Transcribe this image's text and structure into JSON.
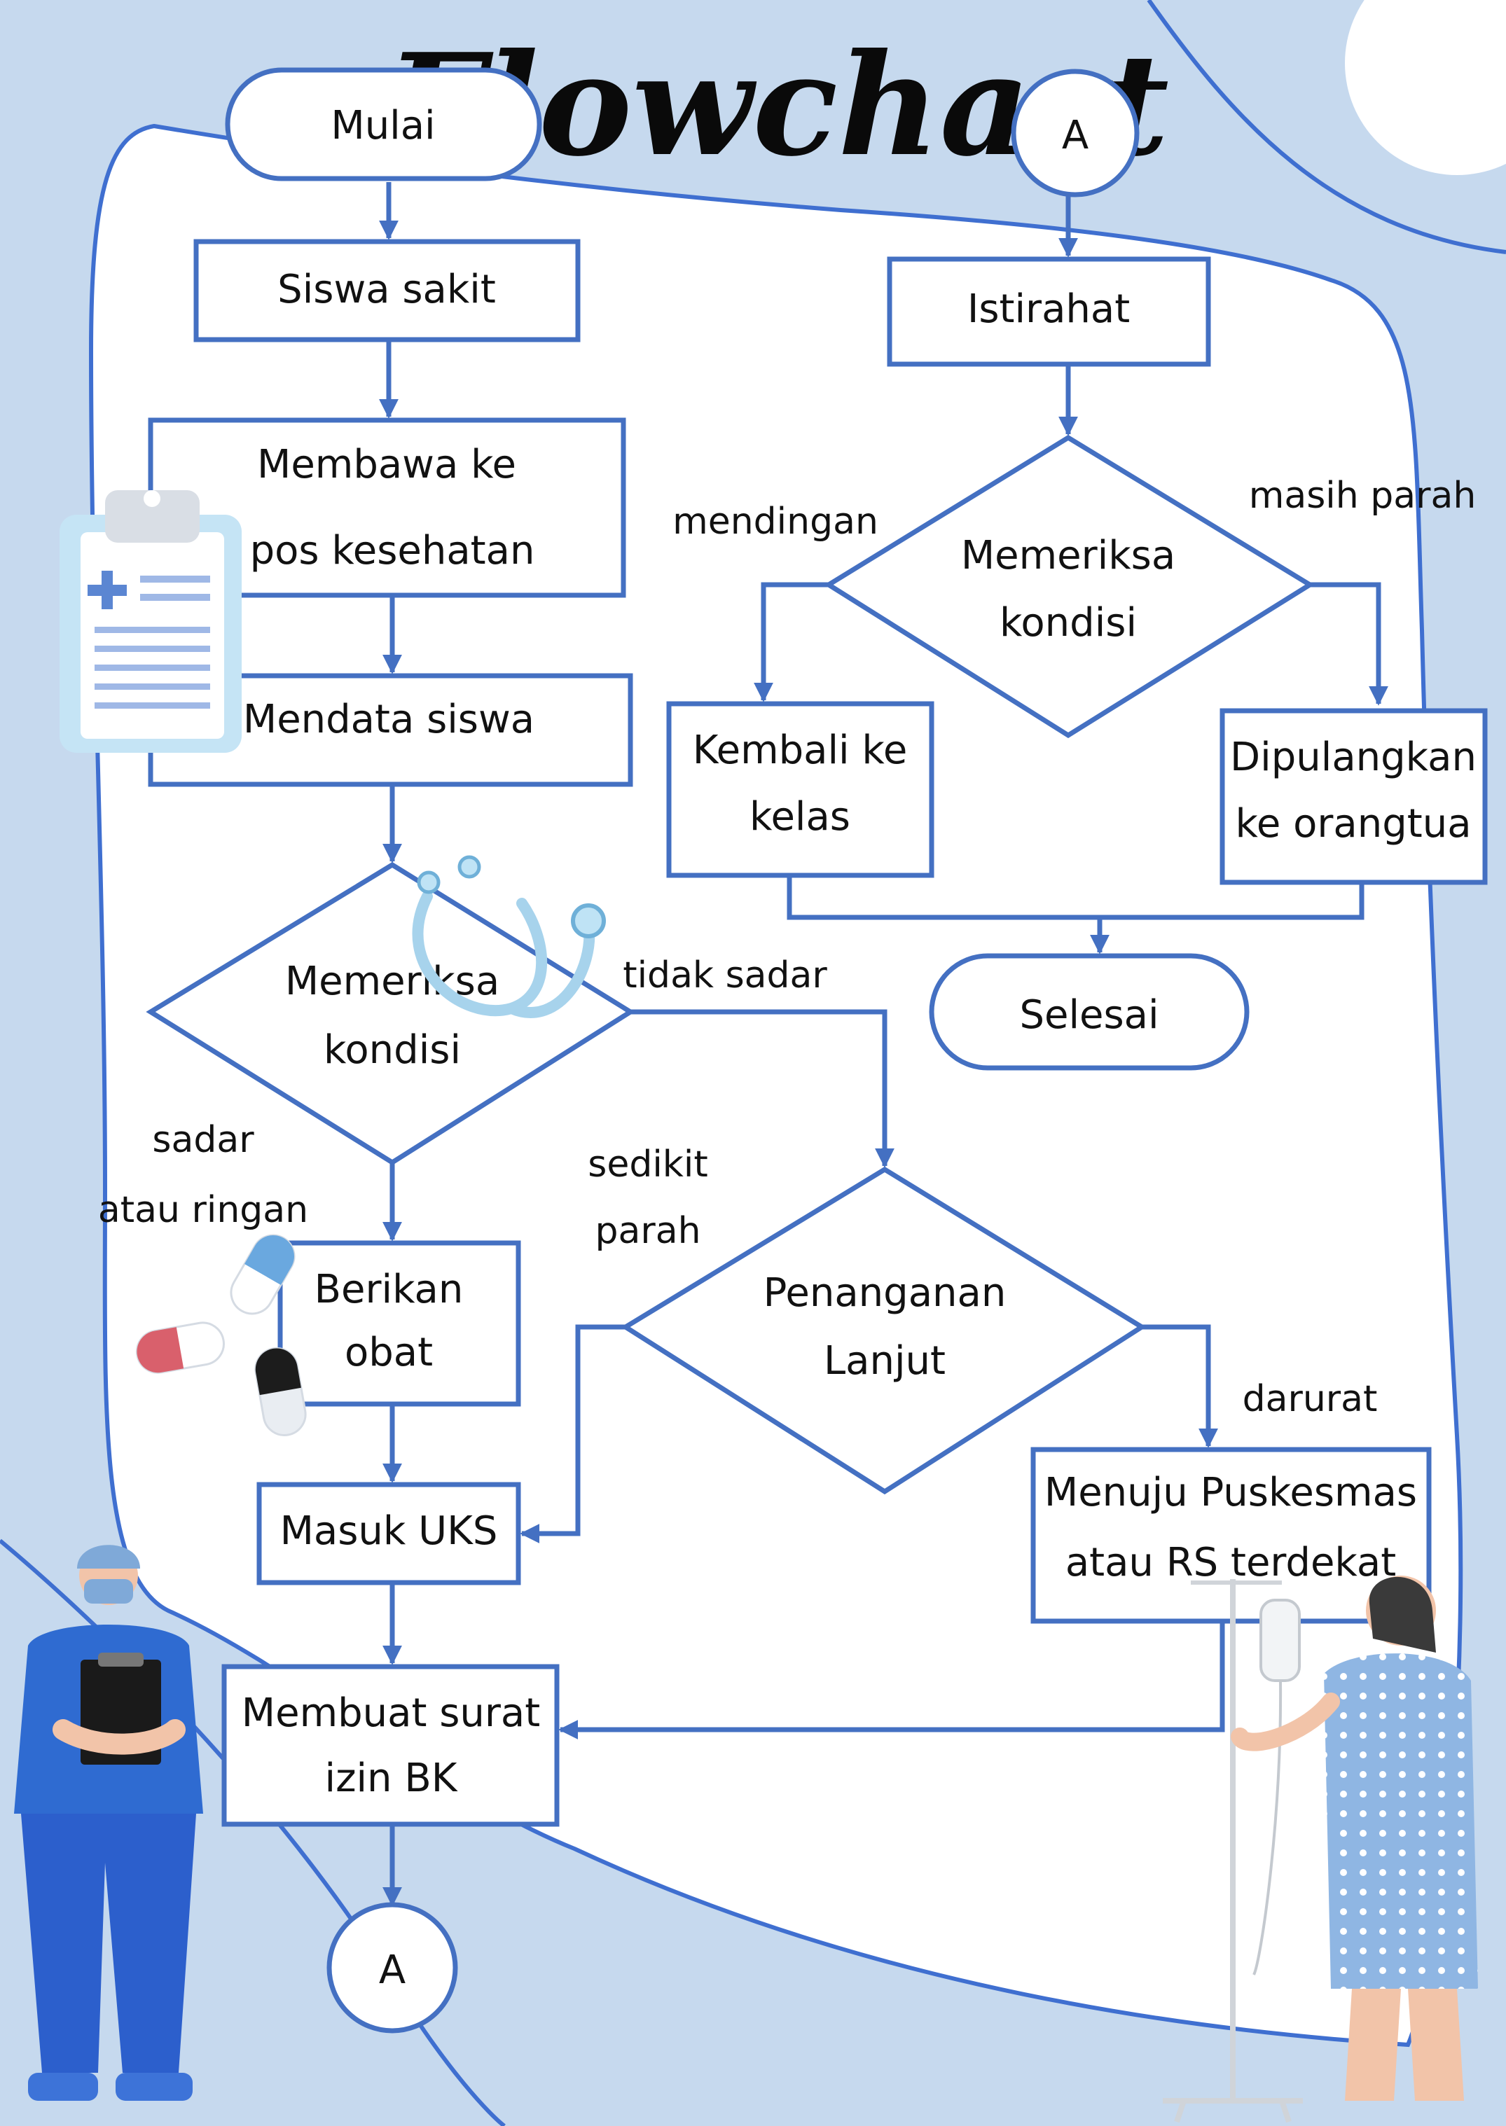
{
  "title": "Flowchart",
  "nodes": {
    "mulai": "Mulai",
    "connector_top": "A",
    "siswa_sakit": "Siswa sakit",
    "membawa_line1": "Membawa ke",
    "membawa_line2": "pos kesehatan",
    "mendata": "Mendata siswa",
    "periksa1_line1": "Memeriksa",
    "periksa1_line2": "kondisi",
    "obat_line1": "Berikan",
    "obat_line2": "obat",
    "uks": "Masuk UKS",
    "lanjut_line1": "Penanganan",
    "lanjut_line2": "Lanjut",
    "rs_line1": "Menuju Puskesmas",
    "rs_line2": "atau RS terdekat",
    "izin_line1": "Membuat surat",
    "izin_line2": "izin BK",
    "connector_bottom": "A",
    "istirahat": "Istirahat",
    "periksa2_line1": "Memeriksa",
    "periksa2_line2": "kondisi",
    "kembali_line1": "Kembali ke",
    "kembali_line2": "kelas",
    "pulang_line1": "Dipulangkan",
    "pulang_line2": "ke orangtua",
    "selesai": "Selesai"
  },
  "edge_labels": {
    "tidak_sadar": "tidak sadar",
    "sadar_line1": "sadar",
    "sadar_line2": "atau ringan",
    "sedikit_line1": "sedikit",
    "sedikit_line2": "parah",
    "darurat": "darurat",
    "mendingan": "mendingan",
    "masih_parah": "masih parah"
  },
  "colors": {
    "accent": "#4470c2",
    "background": "#c6d9ee",
    "panel": "#ffffff"
  },
  "illustrations": [
    "clipboard-icon",
    "stethoscope-icon",
    "pills-icon",
    "nurse-illustration",
    "patient-iv-illustration"
  ]
}
